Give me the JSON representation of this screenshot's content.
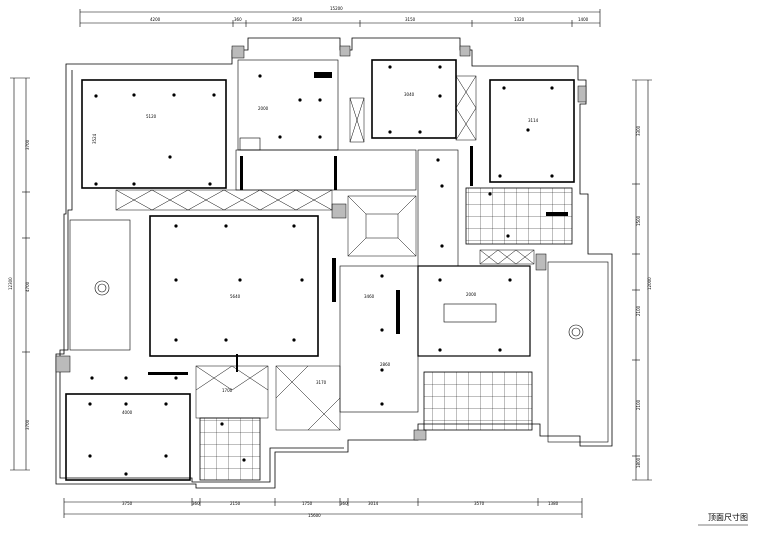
{
  "title": "顶面尺寸图",
  "dims_top": [
    "4200",
    "360",
    "3650",
    "3150",
    "1320",
    "1400"
  ],
  "dims_top_total": "15200",
  "dims_bottom": [
    "3750",
    "360",
    "2150",
    "1750",
    "360",
    "3014",
    "3570",
    "1380"
  ],
  "dims_bottom_total": "15600",
  "dims_left": [
    "3700",
    "4700",
    "3700"
  ],
  "dims_left_total": "12300",
  "dims_right": [
    "3300",
    "1500",
    "2100",
    "2100",
    "1800"
  ],
  "dims_right_total": "12000",
  "room_dims": [
    "5120",
    "5640",
    "3040",
    "3114",
    "2000",
    "3460",
    "4000",
    "2860",
    "3524",
    "2000",
    "1700",
    "3170"
  ]
}
